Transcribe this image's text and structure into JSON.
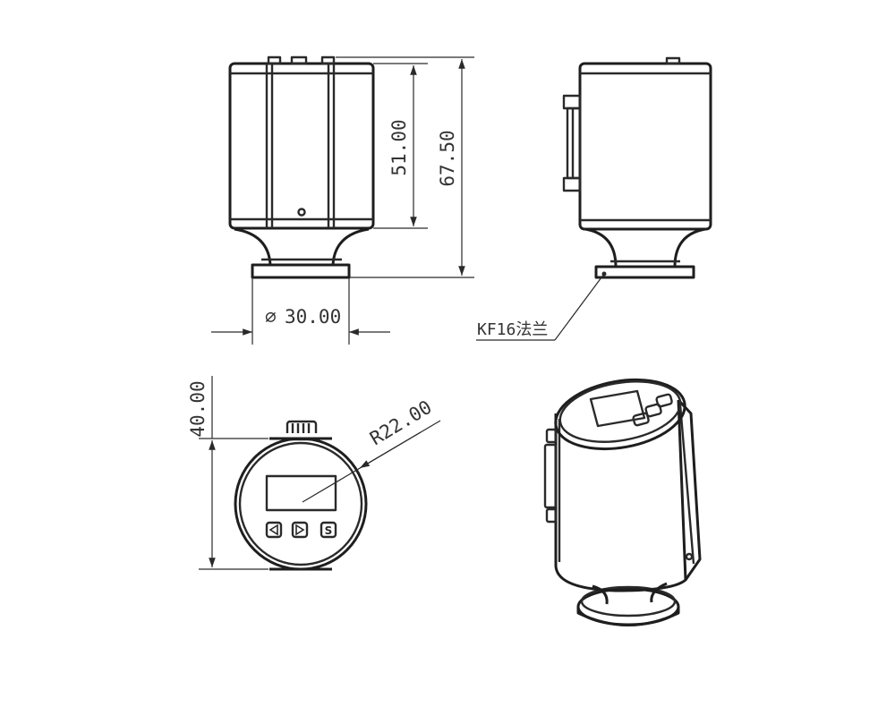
{
  "dimensions": {
    "height_body": "51.00",
    "height_total": "67.50",
    "diameter_prefix": "∅",
    "diameter": "30.00",
    "radius": "R22.00",
    "width_front": "40.00"
  },
  "labels": {
    "flange": "KF16法兰"
  },
  "buttons": {
    "left": "◀",
    "right": "▶",
    "set": "S"
  },
  "colors": {
    "line": "#2a2a2a",
    "background": "#ffffff"
  }
}
